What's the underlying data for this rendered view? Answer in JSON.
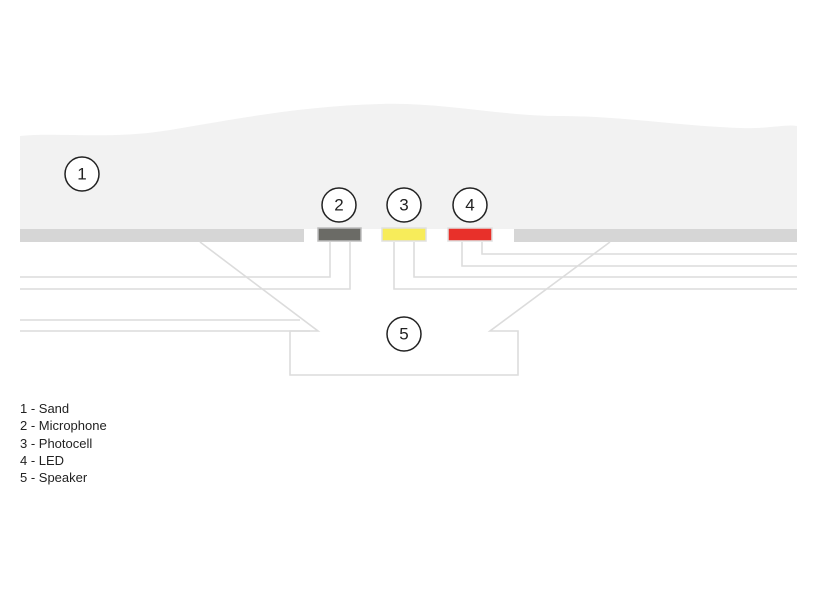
{
  "colors": {
    "sand": "#f2f2f2",
    "surface_strip": "#d6d6d6",
    "wire": "#dcdcdc",
    "microphone": "#6b6b66",
    "photocell": "#f7ec5a",
    "led": "#e8302a",
    "callout_stroke": "#222222"
  },
  "callouts": {
    "sand": "1",
    "microphone": "2",
    "photocell": "3",
    "led": "4",
    "speaker": "5"
  },
  "legend": [
    {
      "text": "1 - Sand"
    },
    {
      "text": "2 - Microphone"
    },
    {
      "text": "3 - Photocell"
    },
    {
      "text": "4 - LED"
    },
    {
      "text": "5 - Speaker"
    }
  ]
}
